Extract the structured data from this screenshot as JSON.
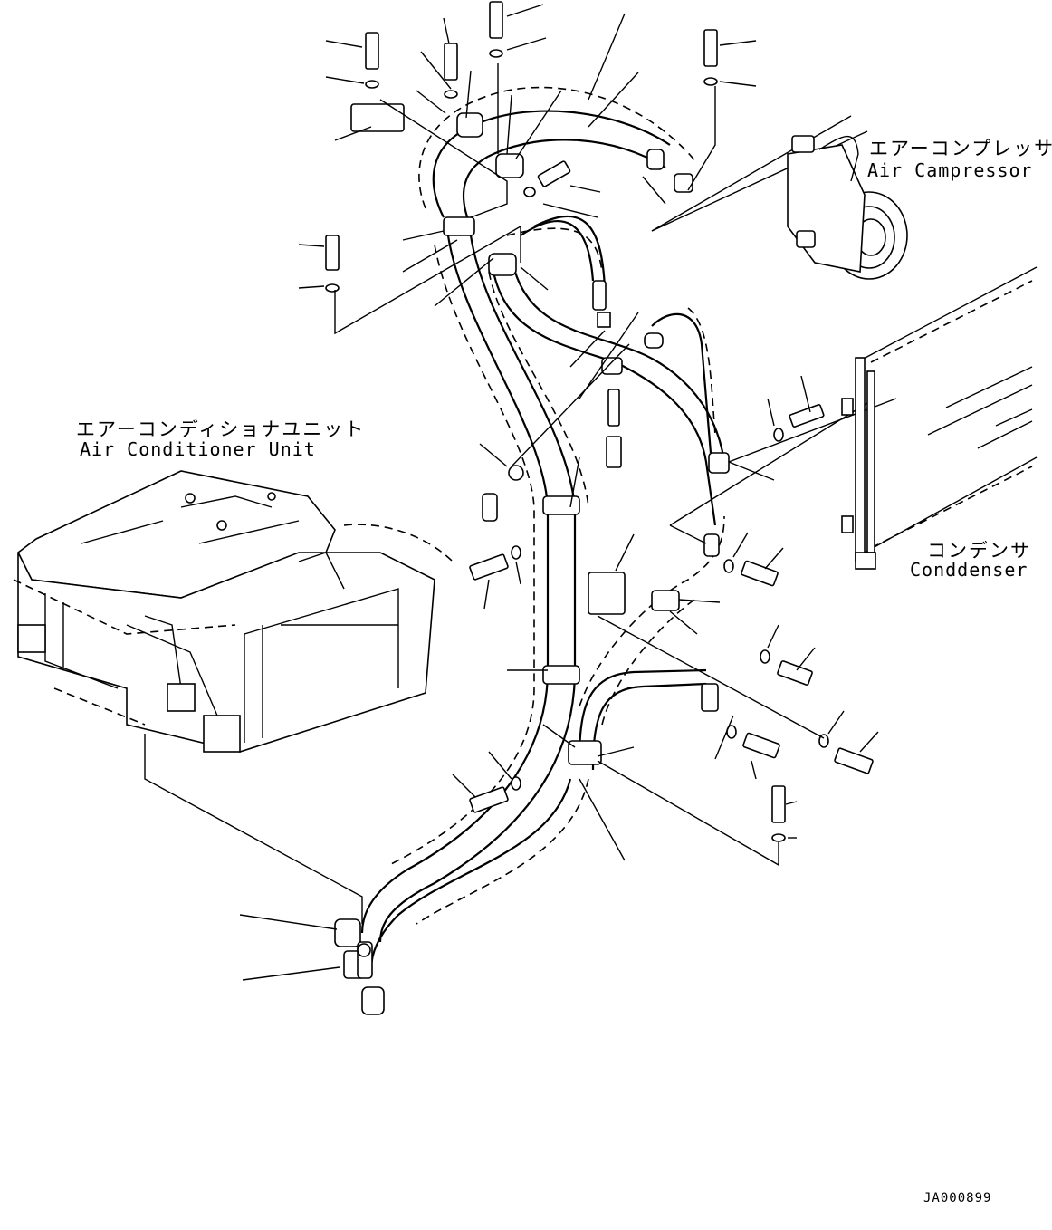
{
  "labels": {
    "air_compressor_jp": "エアーコンプレッサ",
    "air_compressor_en": "Air Campressor",
    "ac_unit_jp": "エアーコンディショナユニット",
    "ac_unit_en": "Air Conditioner Unit",
    "condenser_jp": "コンデンサ",
    "condenser_en": "Conddenser"
  },
  "drawing_code": "JA000899",
  "colors": {
    "line": "#000000",
    "background": "#ffffff"
  }
}
